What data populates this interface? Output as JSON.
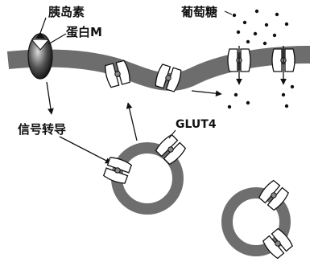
{
  "labels": {
    "insulin": "胰岛素",
    "protein_m": "蛋白M",
    "glucose": "葡萄糖",
    "signal": "信号转导",
    "glut4": "GLUT4"
  },
  "colors": {
    "membrane": "#6d6d6d",
    "vesicle": "#6e6e6e",
    "ink": "#111111",
    "transporter_fill": "#ffffff"
  }
}
